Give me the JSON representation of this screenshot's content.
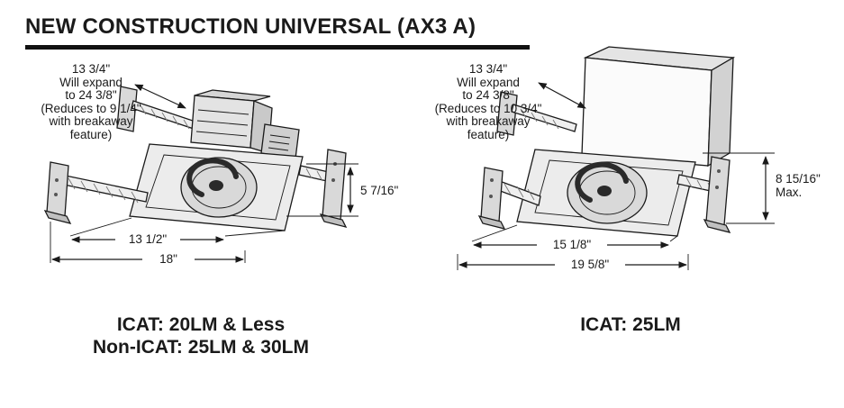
{
  "title": "NEW CONSTRUCTION UNIVERSAL (AX3 A)",
  "colors": {
    "ink": "#1a1a1a",
    "background": "#ffffff"
  },
  "left_diagram": {
    "note": [
      "13 3/4\"",
      "Will expand",
      "to 24 3/8\"",
      "(Reduces to 9 1/4\"",
      "with breakaway",
      "feature)"
    ],
    "dim_height": "5 7/16\"",
    "dim_width_inner": "13 1/2\"",
    "dim_width_outer": "18\"",
    "caption": [
      "ICAT: 20LM & Less",
      "Non-ICAT: 25LM & 30LM"
    ]
  },
  "right_diagram": {
    "note": [
      "13 3/4\"",
      "Will expand",
      "to 24 3/8\"",
      "(Reduces to 10 3/4\"",
      "with breakaway",
      "feature)"
    ],
    "dim_height": "8 15/16\"",
    "dim_height_note": "Max.",
    "dim_width_inner": "15 1/8\"",
    "dim_width_outer": "19 5/8\"",
    "caption": [
      "ICAT: 25LM"
    ]
  }
}
